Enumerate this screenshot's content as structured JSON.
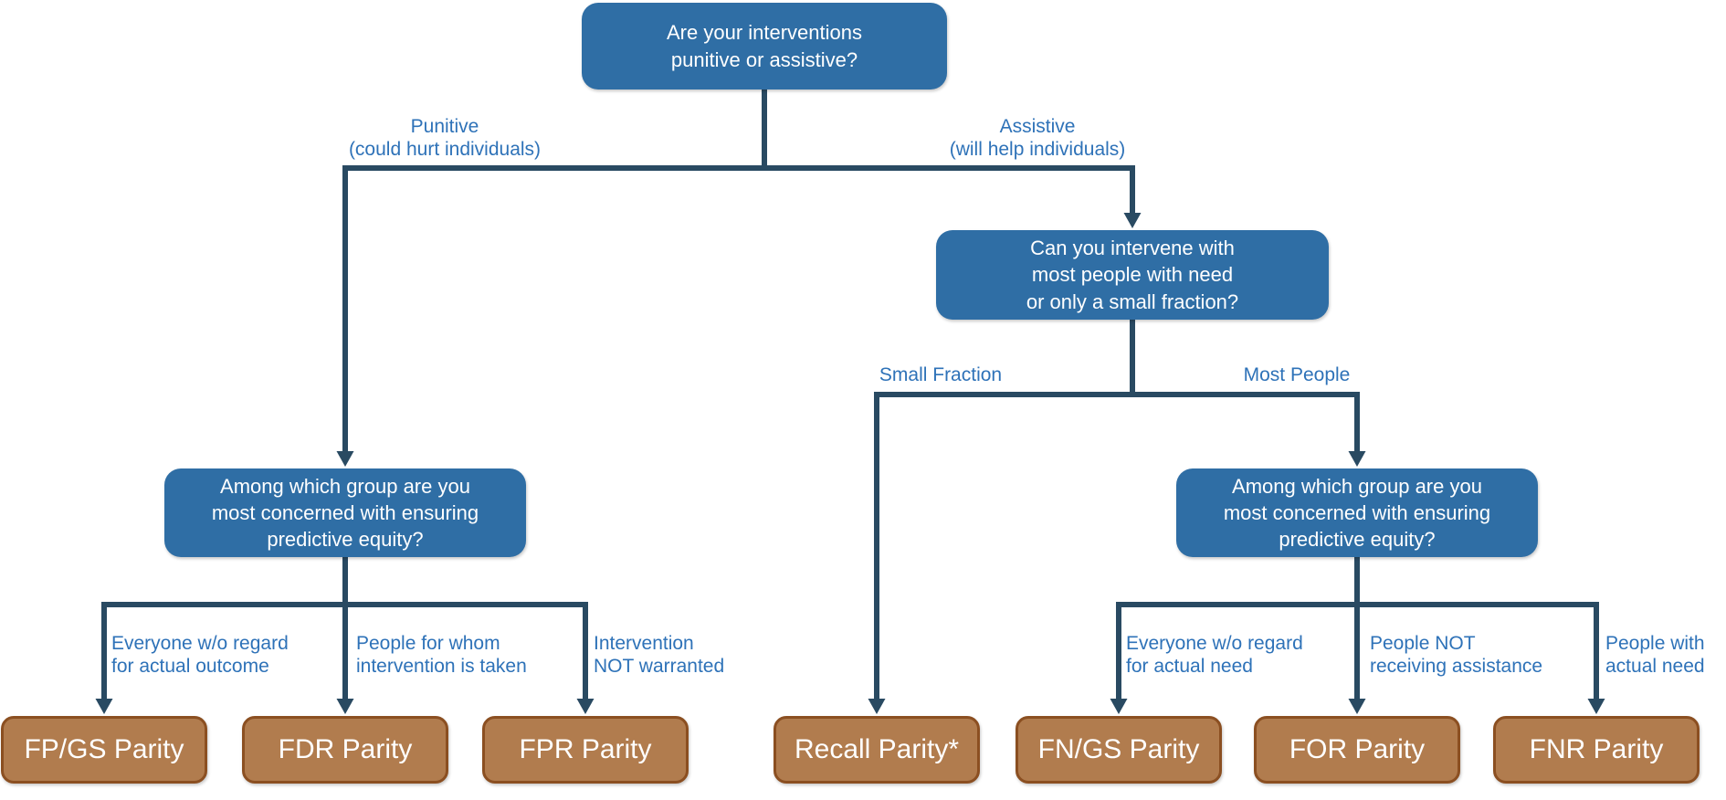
{
  "diagram": {
    "title_hint": "Decision tree for choosing a fairness (parity) metric",
    "colors": {
      "question_fill": "#2F6EA5",
      "leaf_fill": "#B17C4E",
      "leaf_border": "#8B4F21",
      "connector": "#294A62",
      "edge_label_text": "#2E72B8",
      "box_text": "#FFFFFF"
    },
    "nodes": {
      "root": "Are your interventions\npunitive or assistive?",
      "intervene": "Can you intervene with\nmost people with need\nor only a small fraction?",
      "among_left": "Among which group are you\nmost concerned with ensuring\npredictive equity?",
      "among_right": "Among which group are you\nmost concerned with ensuring\npredictive equity?"
    },
    "edge_labels": {
      "punitive": "Punitive\n(could hurt individuals)",
      "assistive": "Assistive\n(will help individuals)",
      "small_fraction": "Small Fraction",
      "most_people": "Most People",
      "everyone_outcome": "Everyone w/o regard\nfor actual outcome",
      "people_for_whom": "People for whom\nintervention is taken",
      "intervention_not": "Intervention\nNOT warranted",
      "everyone_need": "Everyone w/o regard\nfor actual need",
      "people_not": "People NOT\nreceiving assistance",
      "people_with": "People with\nactual need"
    },
    "leaves": {
      "fpgs": "FP/GS Parity",
      "fdr": "FDR Parity",
      "fpr": "FPR Parity",
      "recall": "Recall Parity*",
      "fngs": "FN/GS Parity",
      "for": "FOR Parity",
      "fnr": "FNR Parity"
    }
  }
}
